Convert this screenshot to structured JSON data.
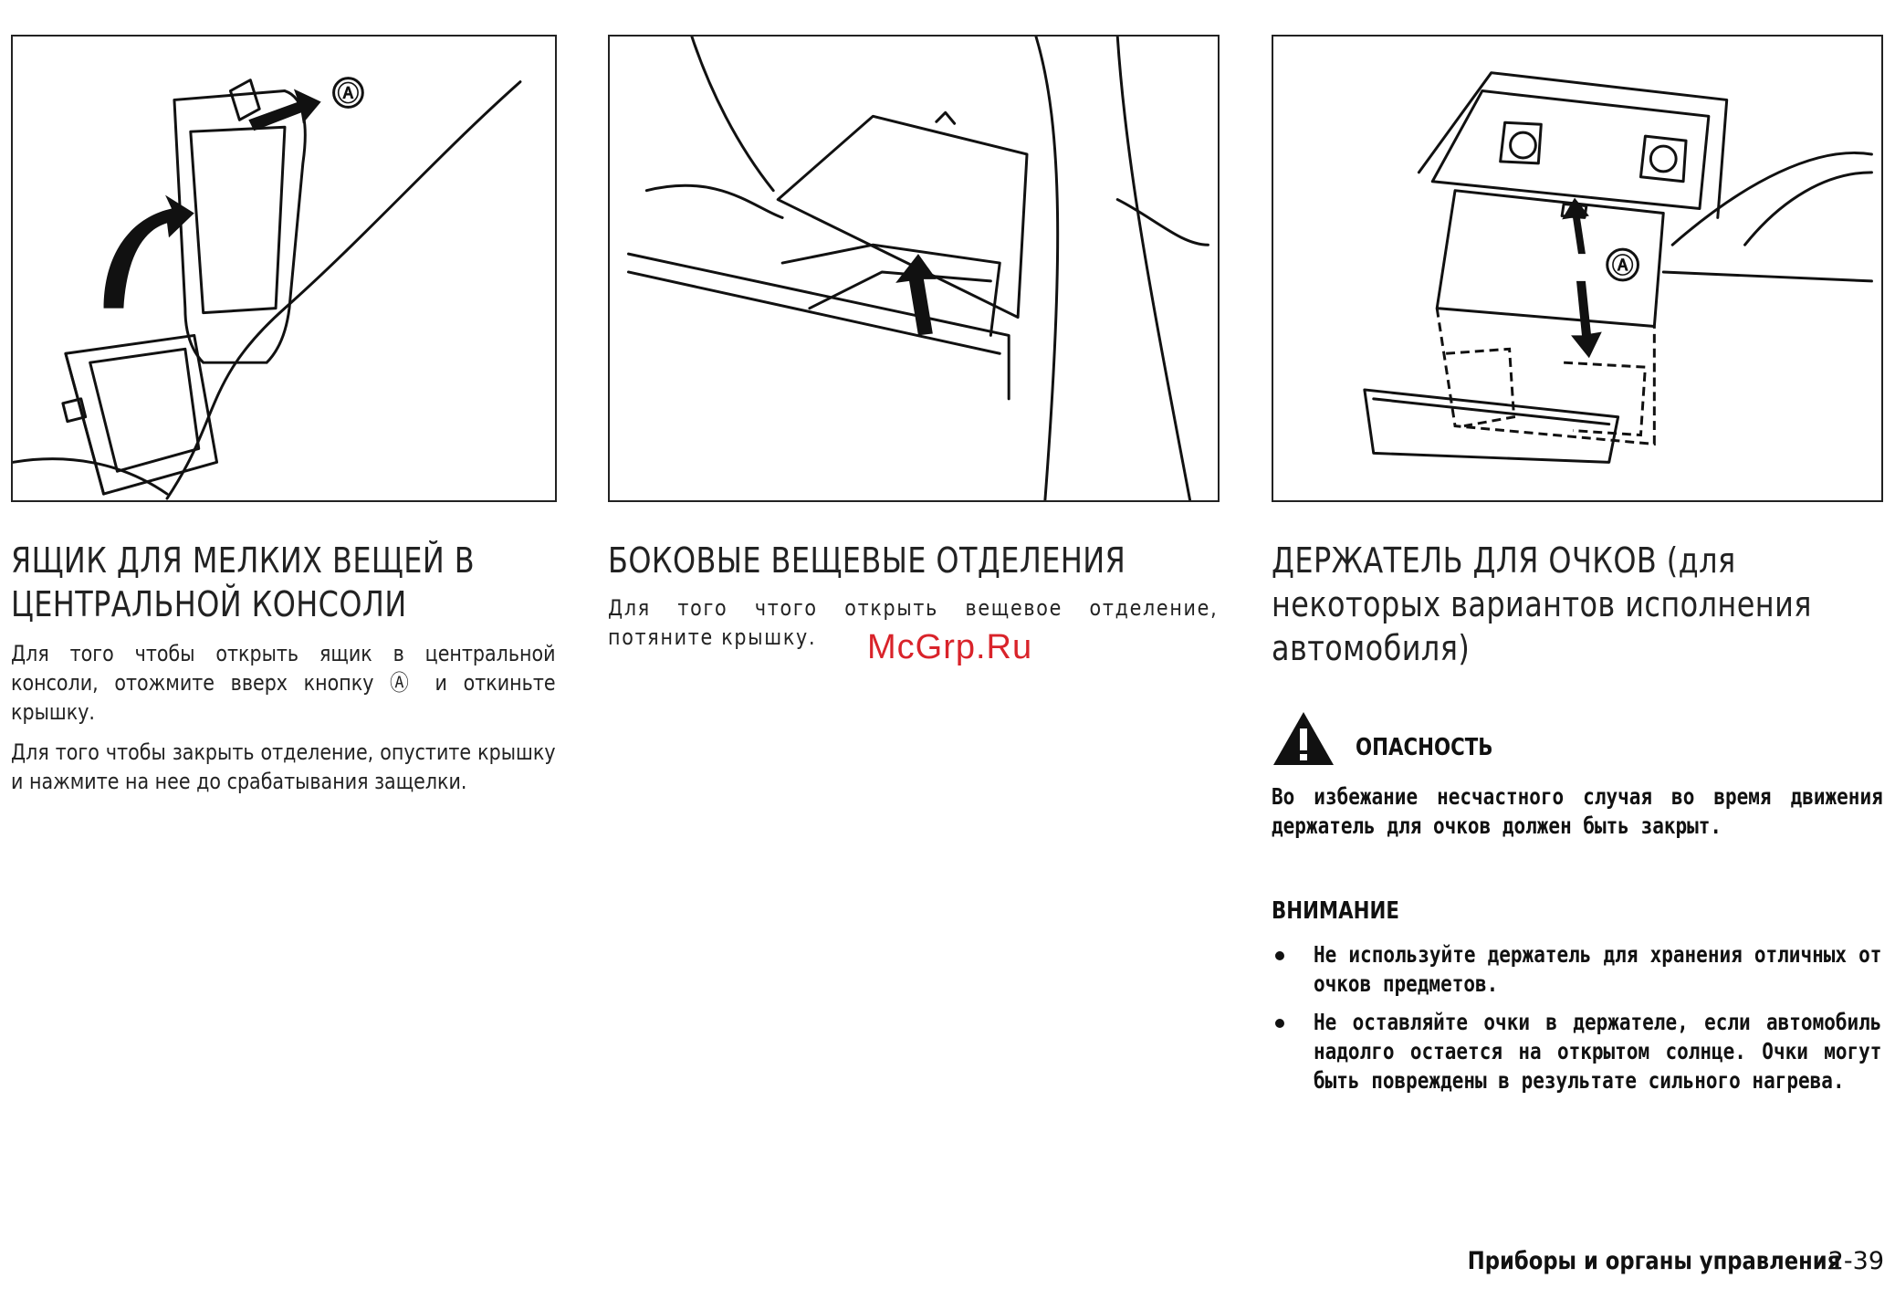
{
  "sections": [
    {
      "heading": "ЯЩИК ДЛЯ МЕЛКИХ ВЕЩЕЙ В ЦЕНТРАЛЬНОЙ КОНСОЛИ",
      "paragraphs": [
        "Для того чтобы открыть ящик в центральной консоли, отожмите вверх кнопку Ⓐ и откиньте крышку.",
        "Для того чтобы закрыть отделение, опустите крышку и нажмите на нее до срабатывания защелки."
      ],
      "figure_label": "Ⓐ"
    },
    {
      "heading": "БОКОВЫЕ ВЕЩЕВЫЕ ОТДЕЛЕНИЯ",
      "paragraphs": [
        "Для того чтого открыть вещевое отделение, потяните крышку."
      ]
    },
    {
      "heading": "ДЕРЖАТЕЛЬ ДЛЯ ОЧКОВ (для некоторых вариантов исполнения автомобиля)",
      "figure_label": "Ⓐ",
      "danger": {
        "title": "ОПАСНОСТЬ",
        "text": "Во избежание несчастного случая во время движения держатель для очков должен быть закрыт."
      },
      "caution": {
        "title": "ВНИМАНИЕ",
        "bullets": [
          "Не используйте держатель для хранения отличных от очков предметов.",
          "Не оставляйте очки в держателе, если автомобиль надолго остается на открытом солнце. Очки могут быть повреждены в результате сильного нагрева."
        ]
      }
    }
  ],
  "watermark": "McGrp.Ru",
  "footer": {
    "section_title": "Приборы и органы управления",
    "page_number": "2-39"
  }
}
